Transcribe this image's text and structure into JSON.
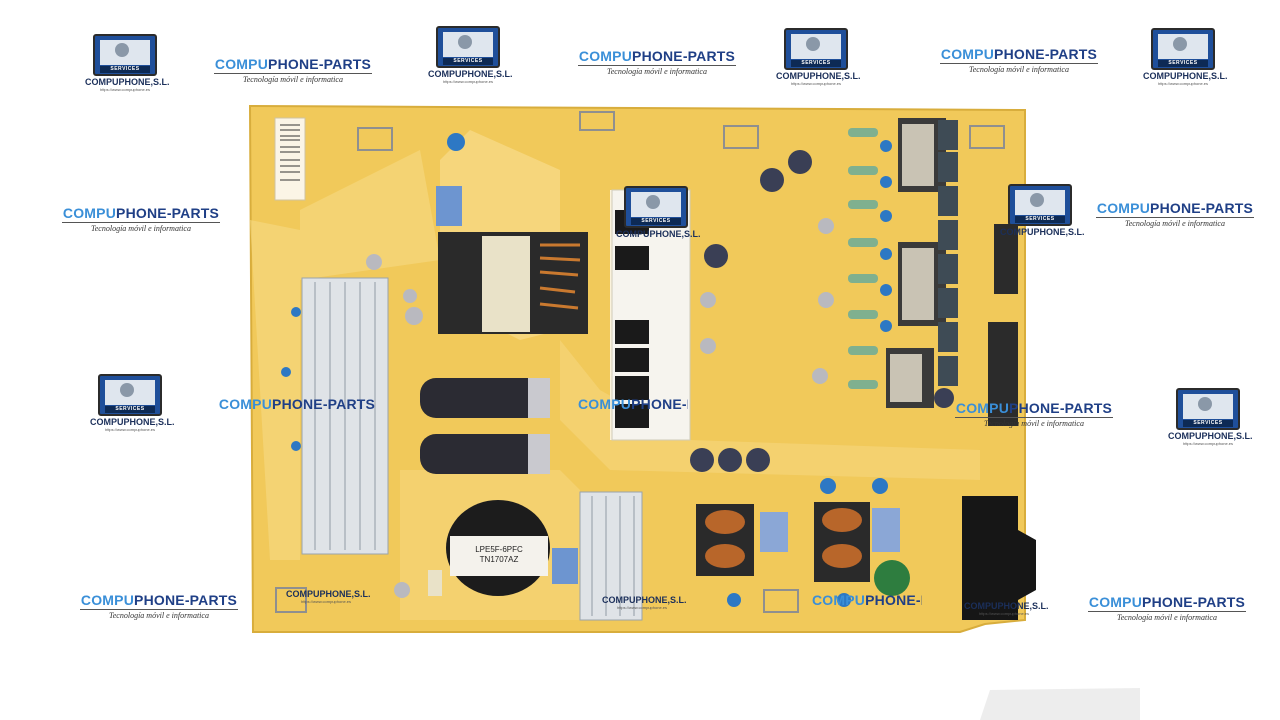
{
  "watermark": {
    "brand_prefix": "COMPU",
    "brand_suffix": "PHONE-PARTS",
    "tagline": "Tecnología móvil e informatica",
    "logo_name": "COMPUPHONE,S.L.",
    "logo_band": "SERVICES",
    "logo_url": "https://www.compuphone.es"
  },
  "board": {
    "pfc_label_line1": "LPE5F-6PFC",
    "pfc_label_line2": "TN1707AZ"
  },
  "colors": {
    "pcb": "#f1c95a",
    "pcb_light": "#f7da84",
    "brand_blue": "#1f3f86",
    "accent_blue": "#3a8fd8"
  }
}
